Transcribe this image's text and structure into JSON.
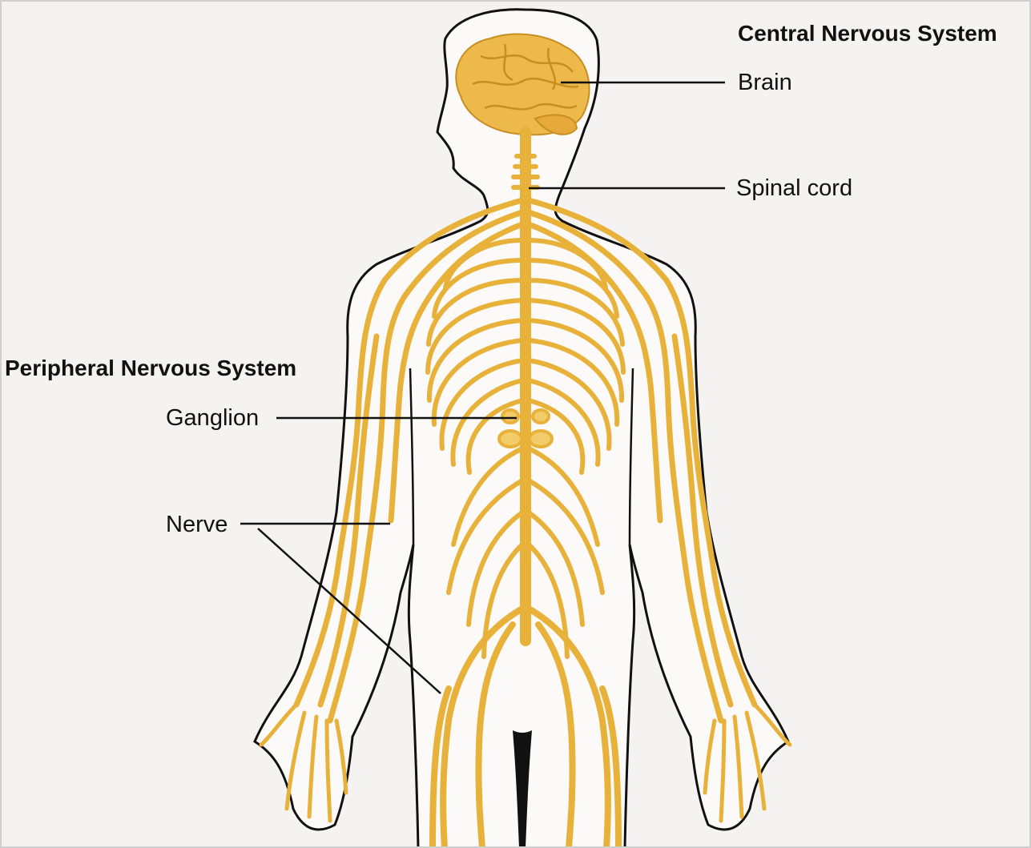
{
  "headings": {
    "cns": "Central Nervous System",
    "pns": "Peripheral Nervous System"
  },
  "labels": {
    "brain": "Brain",
    "spinal_cord": "Spinal cord",
    "ganglion": "Ganglion",
    "nerve": "Nerve"
  },
  "colors": {
    "background": "#f4f3f2",
    "body_fill": "#fbfaf8",
    "outline": "#111111",
    "nerve": "#e8b23a",
    "nerve_light": "#f3cc6a",
    "brain": "#ecb94a",
    "brain_detail": "#c98e22"
  }
}
